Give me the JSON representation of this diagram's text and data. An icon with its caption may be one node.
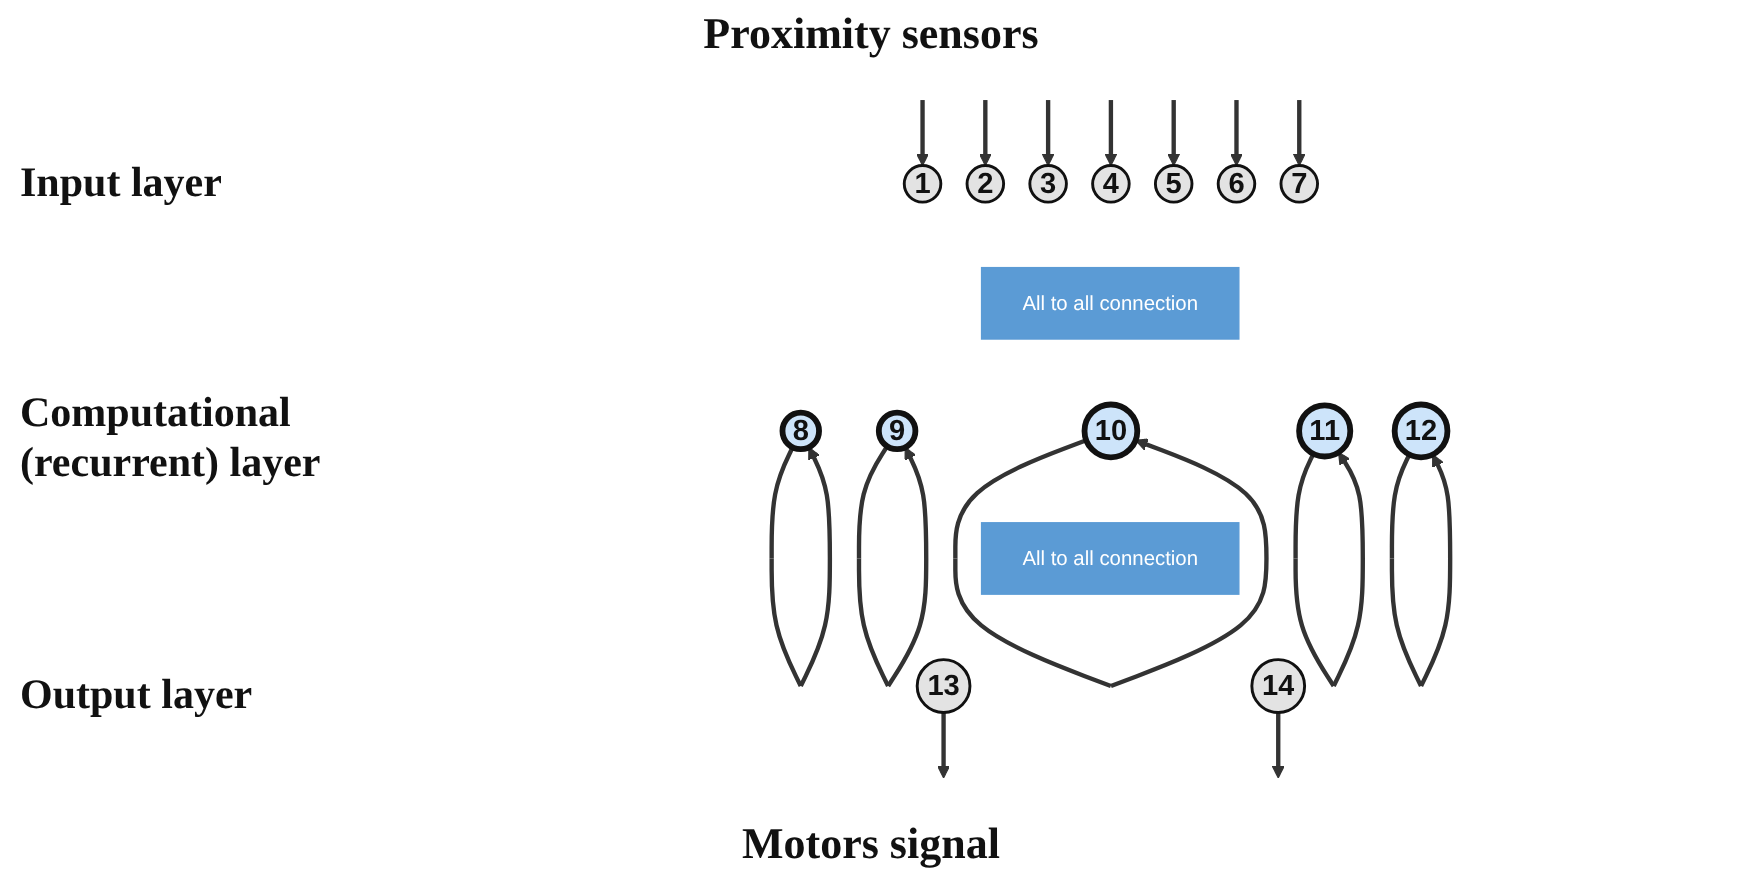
{
  "diagram": {
    "nodes": [
      {
        "text": [
          "1"
        ]
      },
      {
        "text": [
          "2"
        ]
      },
      {
        "text": [
          "3"
        ]
      },
      {
        "text": [
          "4"
        ]
      },
      {
        "text": [
          "5"
        ]
      },
      {
        "text": [
          "6"
        ]
      },
      {
        "text": [
          "7"
        ]
      },
      {
        "text": [
          "All to all connection"
        ]
      },
      {
        "text": [
          "8"
        ]
      },
      {
        "text": [
          "9"
        ]
      },
      {
        "text": [
          "10"
        ]
      },
      {
        "text": [
          "11"
        ]
      },
      {
        "text": [
          "12"
        ]
      },
      {
        "text": [
          "All to all connection"
        ]
      },
      {
        "text": [
          "13"
        ]
      },
      {
        "text": [
          "14"
        ]
      }
    ],
    "edges": [
      {
        "from": null,
        "to": 0,
        "arrow": "to"
      },
      {
        "from": null,
        "to": 1,
        "arrow": "to"
      },
      {
        "from": null,
        "to": 2,
        "arrow": "to"
      },
      {
        "from": null,
        "to": 3,
        "arrow": "to"
      },
      {
        "from": null,
        "to": 4,
        "arrow": "to"
      },
      {
        "from": null,
        "to": 5,
        "arrow": "to"
      },
      {
        "from": null,
        "to": 6,
        "arrow": "to"
      },
      {
        "from": 8,
        "to": 8,
        "arrow": "to"
      },
      {
        "from": 9,
        "to": 9,
        "arrow": "to"
      },
      {
        "from": 10,
        "to": 10,
        "arrow": "to"
      },
      {
        "from": 11,
        "to": 11,
        "arrow": "to"
      },
      {
        "from": 12,
        "to": 12,
        "arrow": "to"
      },
      {
        "from": 14,
        "to": null,
        "arrow": "to"
      },
      {
        "from": 15,
        "to": null,
        "arrow": "to"
      }
    ],
    "labels": [
      "Proximity sensors",
      "Input layer",
      "Computational (recurrent) layer",
      "Output layer",
      "Motors signal"
    ]
  }
}
